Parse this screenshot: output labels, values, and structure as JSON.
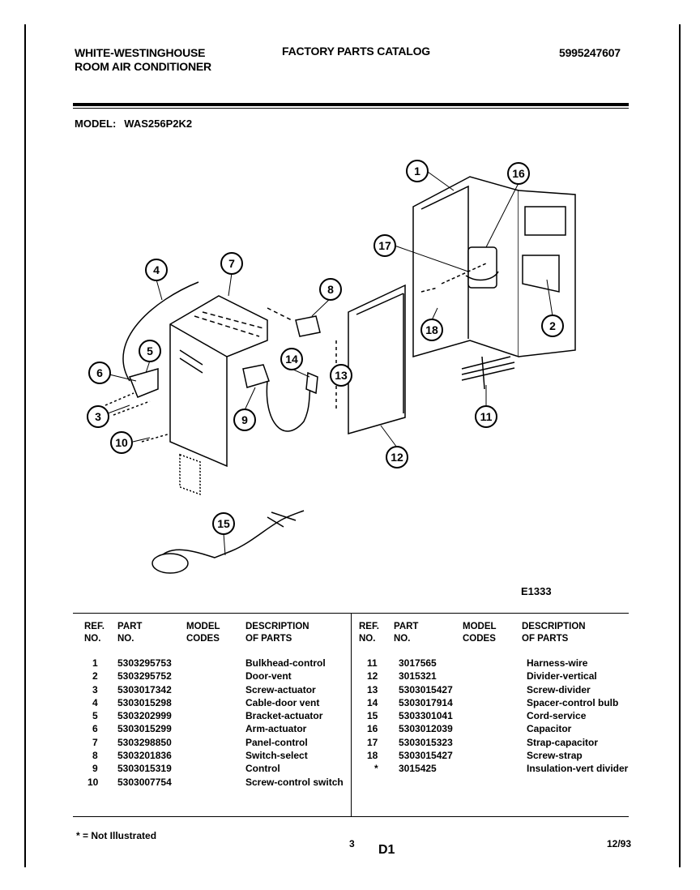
{
  "header": {
    "brand_line1": "WHITE-WESTINGHOUSE",
    "brand_line2": "ROOM AIR CONDITIONER",
    "catalog_title": "FACTORY PARTS CATALOG",
    "catalog_number": "5995247607"
  },
  "model": {
    "label": "MODEL:",
    "value": "WAS256P2K2"
  },
  "diagram": {
    "code": "E1333",
    "callouts": [
      "1",
      "2",
      "3",
      "4",
      "5",
      "6",
      "7",
      "8",
      "9",
      "10",
      "11",
      "12",
      "13",
      "14",
      "15",
      "16",
      "17",
      "18"
    ]
  },
  "table": {
    "headers": {
      "ref": "REF.\nNO.",
      "part": "PART\nNO.",
      "model": "MODEL\nCODES",
      "desc": "DESCRIPTION\nOF PARTS"
    },
    "left_rows": [
      {
        "ref": "1",
        "part": "5303295753",
        "model": "",
        "desc": "Bulkhead-control"
      },
      {
        "ref": "2",
        "part": "5303295752",
        "model": "",
        "desc": "Door-vent"
      },
      {
        "ref": "3",
        "part": "5303017342",
        "model": "",
        "desc": "Screw-actuator"
      },
      {
        "ref": "4",
        "part": "5303015298",
        "model": "",
        "desc": "Cable-door vent"
      },
      {
        "ref": "5",
        "part": "5303202999",
        "model": "",
        "desc": "Bracket-actuator"
      },
      {
        "ref": "6",
        "part": "5303015299",
        "model": "",
        "desc": "Arm-actuator"
      },
      {
        "ref": "7",
        "part": "5303298850",
        "model": "",
        "desc": "Panel-control"
      },
      {
        "ref": "8",
        "part": "5303201836",
        "model": "",
        "desc": "Switch-select"
      },
      {
        "ref": "9",
        "part": "5303015319",
        "model": "",
        "desc": "Control"
      },
      {
        "ref": "10",
        "part": "5303007754",
        "model": "",
        "desc": "Screw-control switch"
      }
    ],
    "right_rows": [
      {
        "ref": "11",
        "part": "3017565",
        "model": "",
        "desc": "Harness-wire"
      },
      {
        "ref": "12",
        "part": "3015321",
        "model": "",
        "desc": "Divider-vertical"
      },
      {
        "ref": "13",
        "part": "5303015427",
        "model": "",
        "desc": "Screw-divider"
      },
      {
        "ref": "14",
        "part": "5303017914",
        "model": "",
        "desc": "Spacer-control bulb"
      },
      {
        "ref": "15",
        "part": "5303301041",
        "model": "",
        "desc": "Cord-service"
      },
      {
        "ref": "16",
        "part": "5303012039",
        "model": "",
        "desc": "Capacitor"
      },
      {
        "ref": "17",
        "part": "5303015323",
        "model": "",
        "desc": "Strap-capacitor"
      },
      {
        "ref": "18",
        "part": "5303015427",
        "model": "",
        "desc": "Screw-strap"
      },
      {
        "ref": "*",
        "part": "3015425",
        "model": "",
        "desc": "Insulation-vert divider"
      }
    ]
  },
  "footer": {
    "note": "* = Not Illustrated",
    "page_number": "3",
    "page_code": "D1",
    "date": "12/93"
  }
}
